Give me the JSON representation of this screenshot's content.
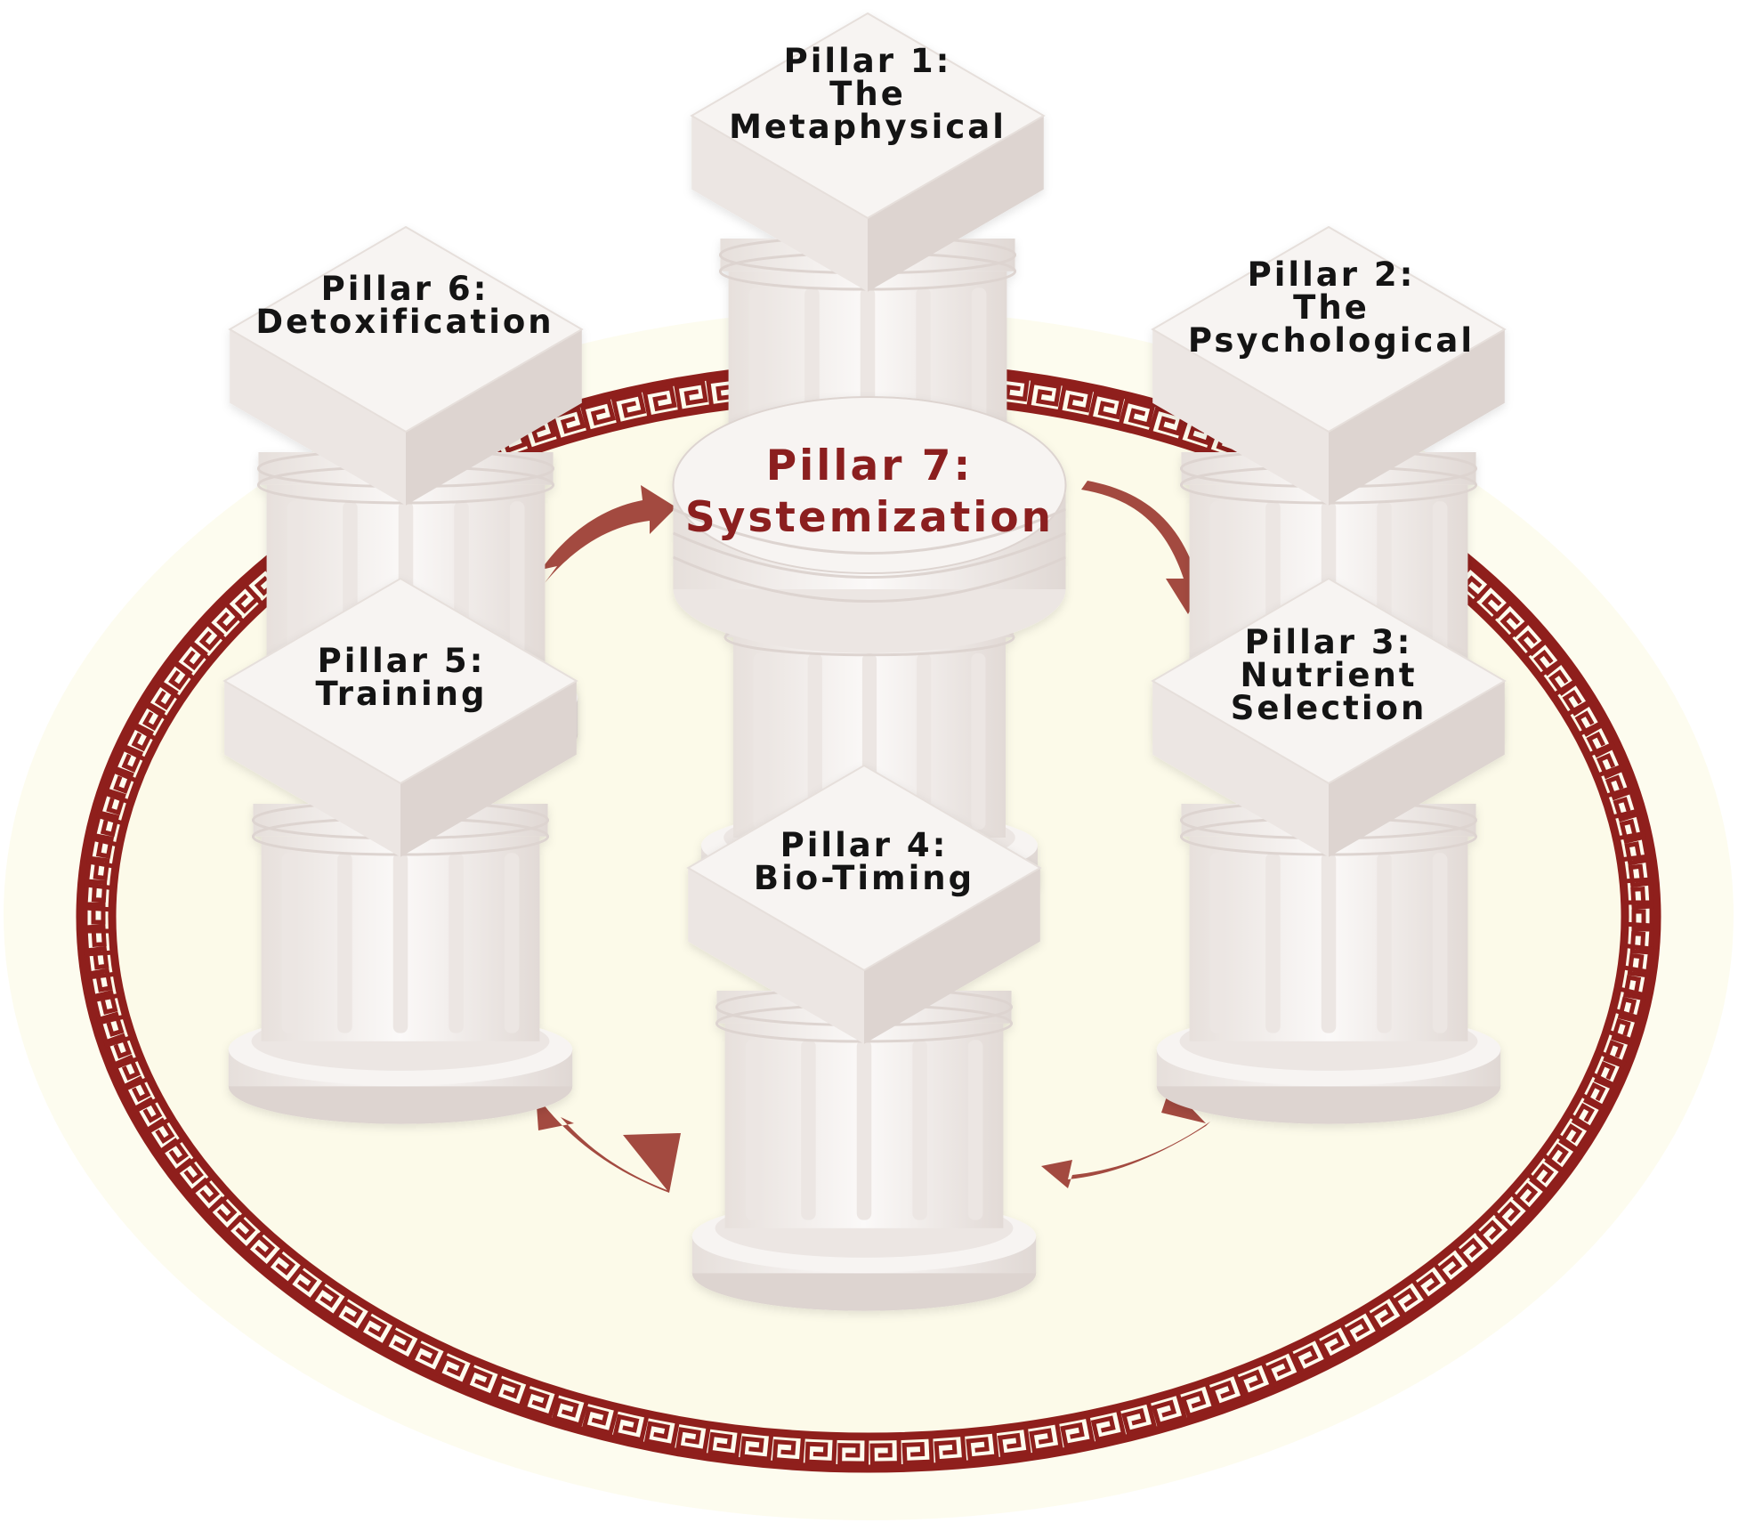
{
  "pillars": [
    {
      "id": 1,
      "line1": "Pillar 1:",
      "line2": "The",
      "line3": "Metaphysical"
    },
    {
      "id": 2,
      "line1": "Pillar 2:",
      "line2": "The",
      "line3": "Psychological"
    },
    {
      "id": 3,
      "line1": "Pillar 3:",
      "line2": "Nutrient",
      "line3": "Selection"
    },
    {
      "id": 4,
      "line1": "Pillar 4:",
      "line2": "Bio-Timing"
    },
    {
      "id": 5,
      "line1": "Pillar 5:",
      "line2": "Training"
    },
    {
      "id": 6,
      "line1": "Pillar 6:",
      "line2": "Detoxification"
    }
  ],
  "center": {
    "line1": "Pillar 7:",
    "line2": "Systemization"
  },
  "colors": {
    "meander": "#8f1f1c",
    "arrow": "#a34a40",
    "floor": "#fdfcef",
    "marble_light": "#f7f4f2",
    "marble_mid": "#ece6e3",
    "marble_dark": "#ddd4d0",
    "center_text": "#8b1f1f",
    "label_text": "#141414"
  }
}
